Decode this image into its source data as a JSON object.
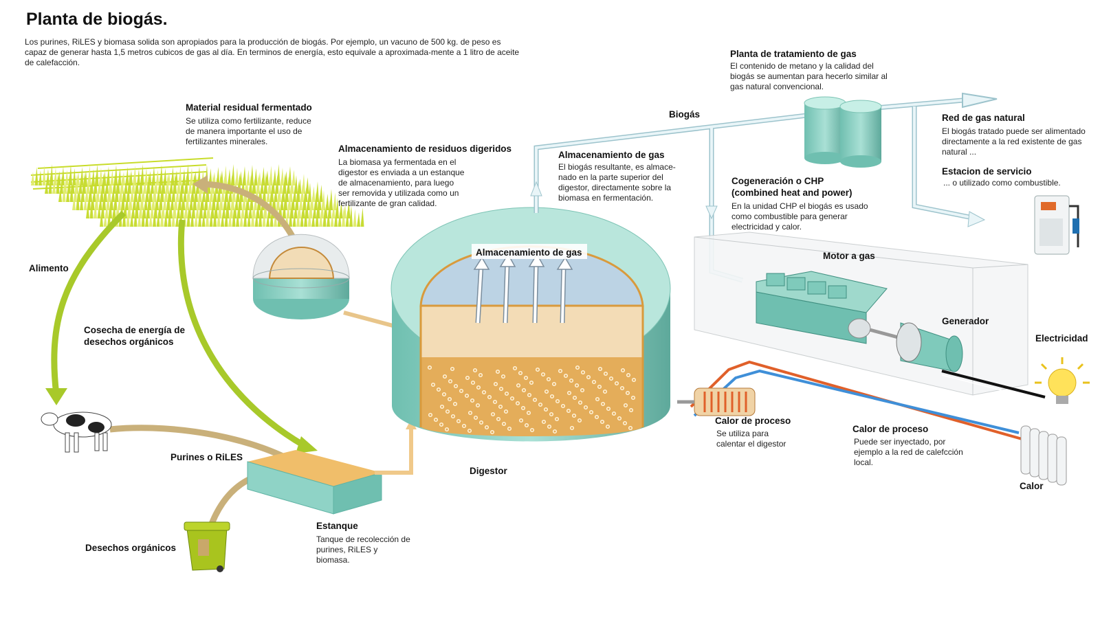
{
  "title": "Planta de biogás.",
  "intro": "Los purines, RiLES y biomasa solida son apropiados para la producción de biogás. Por ejemplo, un vacuno de 500 kg. de peso es capaz de generar hasta 1,5 metros cubicos de gas al día. En terminos de energía, esto equivale a aproximada-mente a 1 litro de aceite de calefacción.",
  "labels": {
    "material_residual": {
      "title": "Material residual fermentado",
      "text": "Se utiliza como fertilizante, reduce de manera importante el uso de fertilizantes minerales."
    },
    "almacenamiento_residuos": {
      "title": "Almacenamiento de residuos digeridos",
      "text": "La biomasa ya fermentada en el digestor es enviada a un estanque de almacenamiento, para luego ser removida y utilizada como un fertilizante de gran calidad."
    },
    "almacenamiento_gas": {
      "title": "Almacenamiento de gas",
      "text": "El biogás resultante, es almace-nado en la parte superior del digestor, directamente sobre la biomasa en fermentación."
    },
    "almacenamiento_gas_inner": "Almacenamiento de gas",
    "biogas": "Biogás",
    "planta_tratamiento": {
      "title": "Planta de tratamiento de gas",
      "text": "El contenido de metano y la calidad del biogás se aumentan para hecerlo similar al gas natural convencional."
    },
    "red_gas": {
      "title": "Red de gas natural",
      "text": "El biogás tratado puede ser alimentado directamente a la red existente de gas natural ..."
    },
    "estacion": {
      "title": "Estacion de servicio",
      "text": "... o utilizado como combustible."
    },
    "cogeneracion": {
      "title": "Cogeneración o CHP (combined heat and power)",
      "text": "En la unidad CHP el biogás es usado como combustible para generar electricidad y calor."
    },
    "motor": "Motor a gas",
    "generador": "Generador",
    "electricidad": "Electricidad",
    "calor": "Calor",
    "calor_proceso_1": {
      "title": "Calor de proceso",
      "text": "Se utiliza para calentar el digestor"
    },
    "calor_proceso_2": {
      "title": "Calor de proceso",
      "text": "Puede ser inyectado, por ejemplo a la red de calefcción local."
    },
    "alimento": "Alimento",
    "cosecha": "Cosecha de energía de desechos orgánicos",
    "purines": "Purines o RiLES",
    "desechos": "Desechos orgánicos",
    "estanque": {
      "title": "Estanque",
      "text": "Tanque de recolección de purines, RiLES y biomasa."
    },
    "digestor": "Digestor"
  },
  "colors": {
    "teal": "#8fd3c6",
    "teal_dark": "#5fb3a4",
    "biomass": "#f1cfa0",
    "slurry": "#e6ad55",
    "gas_dome": "#bfd6e6",
    "pipe": "#c9e3ea",
    "grass": "#c8dc2a",
    "arrow_green": "#a8c92a",
    "arrow_tan": "#c9b07a",
    "hot": "#e0602a",
    "cold": "#3f8fd8"
  }
}
